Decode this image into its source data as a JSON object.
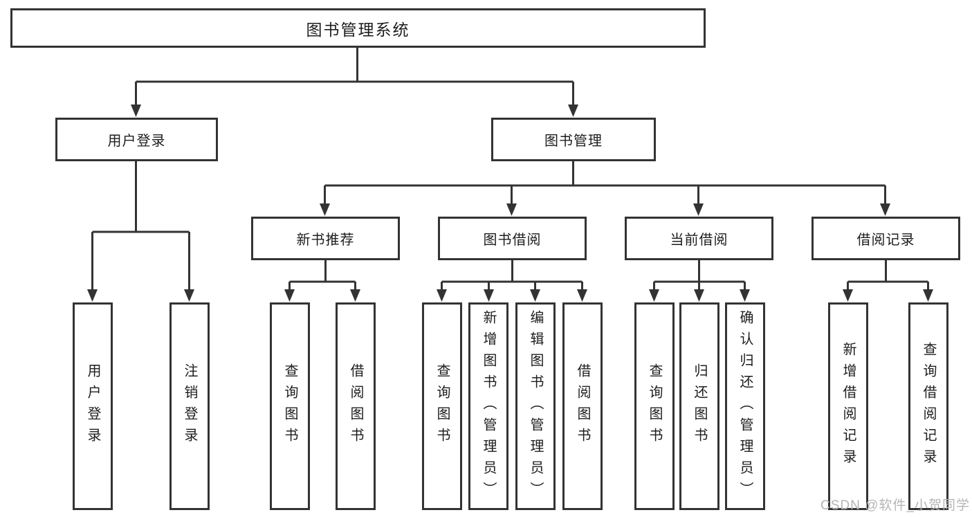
{
  "tree": {
    "root": {
      "label": "图书管理系统",
      "children": [
        {
          "label": "用户登录",
          "children": [
            {
              "label": "用户登录"
            },
            {
              "label": "注销登录"
            }
          ]
        },
        {
          "label": "图书管理",
          "children": [
            {
              "label": "新书推荐",
              "children": [
                {
                  "label": "查询图书"
                },
                {
                  "label": "借阅图书"
                }
              ]
            },
            {
              "label": "图书借阅",
              "children": [
                {
                  "label": "查询图书"
                },
                {
                  "label": "新增图书（管理员）"
                },
                {
                  "label": "编辑图书（管理员）"
                },
                {
                  "label": "借阅图书"
                }
              ]
            },
            {
              "label": "当前借阅",
              "children": [
                {
                  "label": "查询图书"
                },
                {
                  "label": "归还图书"
                },
                {
                  "label": "确认归还（管理员）"
                }
              ]
            },
            {
              "label": "借阅记录",
              "children": [
                {
                  "label": "新增借阅记录"
                },
                {
                  "label": "查询借阅记录"
                }
              ]
            }
          ]
        }
      ]
    }
  },
  "watermark": "CSDN @软件_小贺同学",
  "colors": {
    "line": "#333333",
    "text": "#1d1d1d",
    "watermark": "#b5b5b5",
    "background": "#ffffff"
  }
}
